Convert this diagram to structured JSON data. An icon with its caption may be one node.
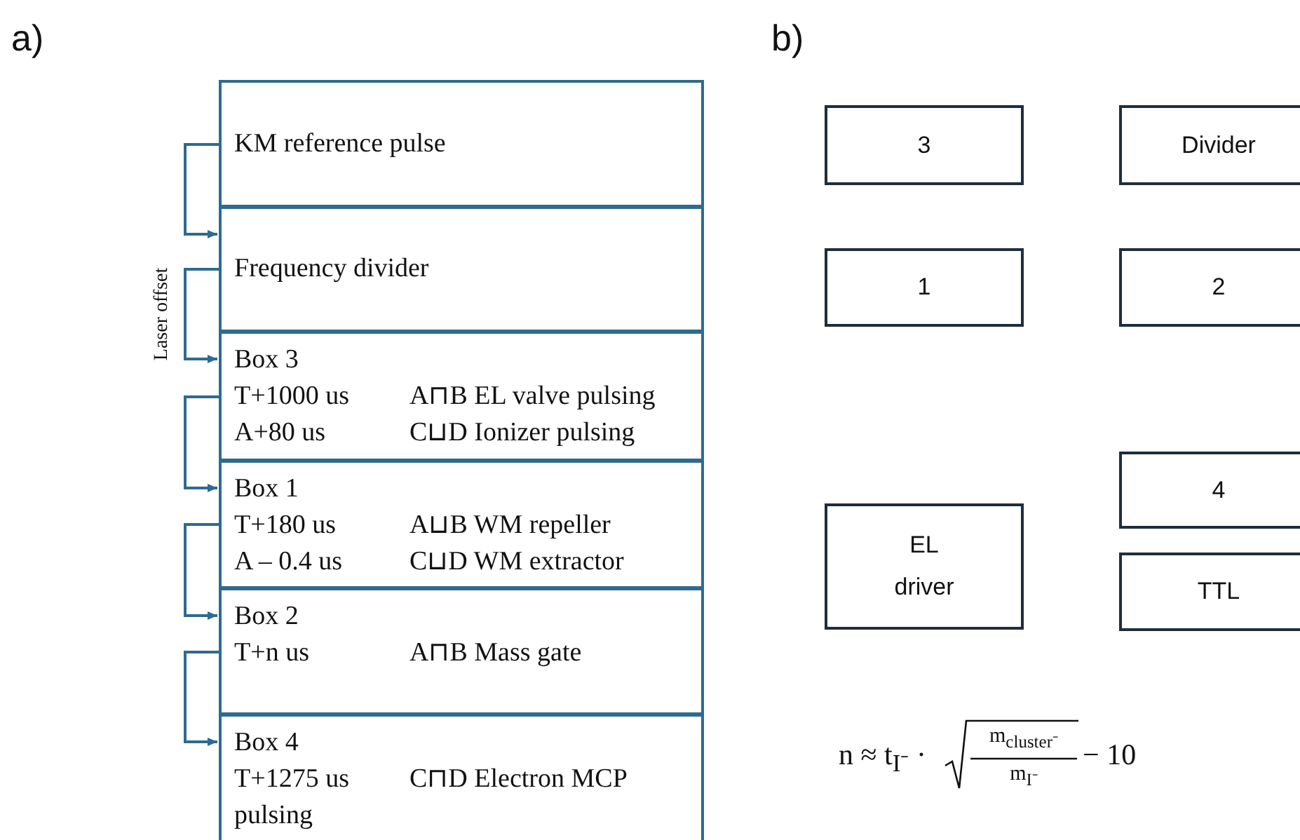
{
  "diagram": {
    "nodes": [
      {
        "text": [
          "KM reference pulse"
        ]
      },
      {
        "text": [
          "Frequency divider"
        ]
      },
      {
        "text": [
          "Box 3",
          "T+1000 us",
          "A⊓B EL valve pulsing",
          "A+80 us",
          "C⊔D Ionizer pulsing"
        ]
      },
      {
        "text": [
          "Box 1",
          "T+180 us",
          "A⊔B WM repeller",
          "A – 0.4 us",
          "C⊔D WM extractor"
        ]
      },
      {
        "text": [
          "Box 2",
          "T+n us",
          "A⊓B Mass gate"
        ]
      },
      {
        "text": [
          "Box 4",
          "T+1275 us",
          "C⊓D Electron MCP pulsing"
        ]
      },
      {
        "text": [
          "3"
        ]
      },
      {
        "text": [
          "Divider"
        ]
      },
      {
        "text": [
          "1"
        ]
      },
      {
        "text": [
          "2"
        ]
      },
      {
        "text": [
          "4"
        ]
      },
      {
        "text": [
          "EL driver"
        ]
      },
      {
        "text": [
          "TTL"
        ]
      }
    ],
    "edges": [
      {
        "from": 0,
        "to": 1,
        "arrow": "to"
      },
      {
        "from": 1,
        "to": 2,
        "arrow": "to",
        "label": "Laser offset"
      },
      {
        "from": 2,
        "to": 3,
        "arrow": "to"
      },
      {
        "from": 3,
        "to": 4,
        "arrow": "to"
      },
      {
        "from": 4,
        "to": 5,
        "arrow": "to"
      }
    ],
    "labels": [
      "a)",
      "b)",
      "n ≈ t$_{I⁻}$ ·",
      "m$_{cluster⁻}$",
      "m$_{I⁻}$",
      "− 10"
    ]
  }
}
